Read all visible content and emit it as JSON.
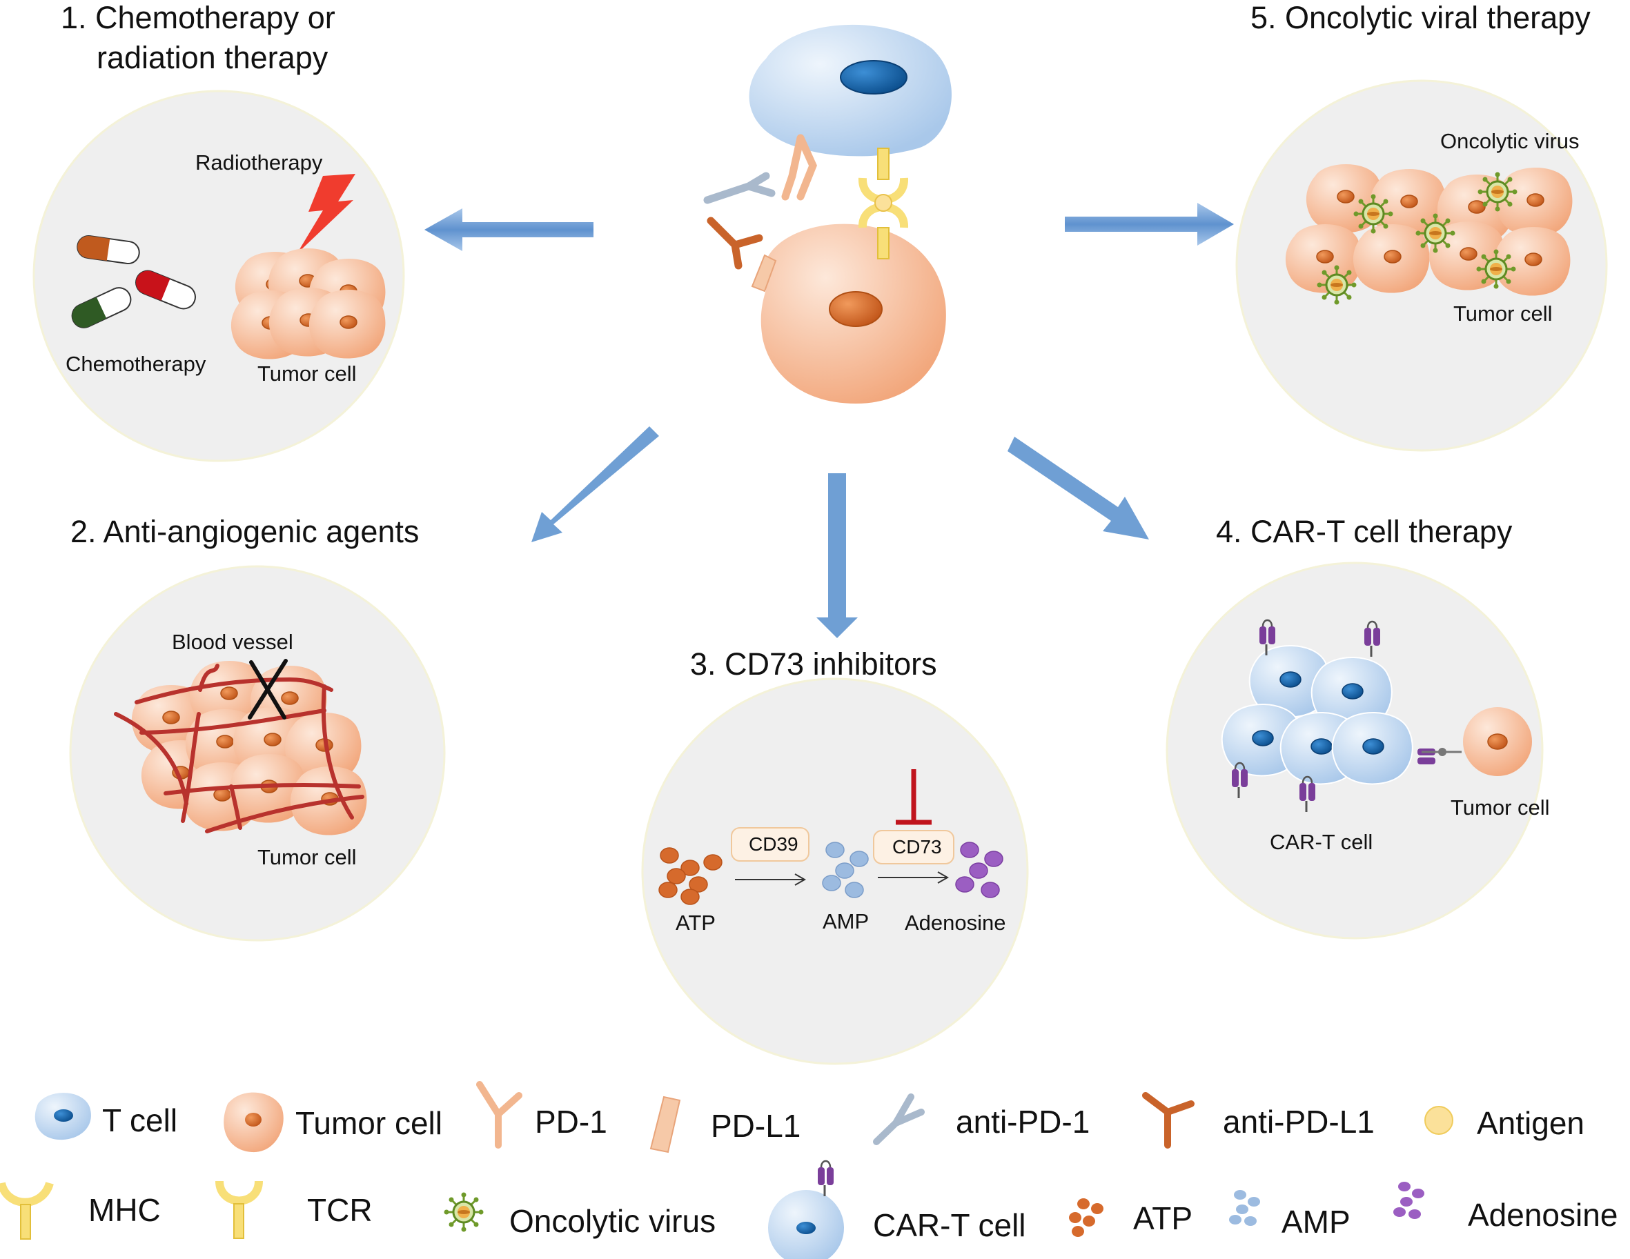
{
  "colors": {
    "circle_bg": "#efefef",
    "arrow_blue": "#6f9fd4",
    "tcell_blue": "#b9d3ee",
    "nucleus_blue": "#1a6fb5",
    "tumor_orange": "#f4b791",
    "nucleus_orange": "#d0661f",
    "pd1_orange": "#f2b68f",
    "anti_pd1_gray": "#a9b9cc",
    "anti_pdl1_orange": "#c9632a",
    "mhc_yellow": "#f6da6a",
    "antigen_yellow": "#fbe19a",
    "virus_green": "#6f9a2a",
    "car_purple": "#7a3e9a",
    "adenosine_purple": "#9b5ec2",
    "amp_blue": "#9cbbe0",
    "atp_orange": "#d66a2c",
    "vessel_red": "#b8322d",
    "inhibit_red": "#c0141d",
    "radiation_red": "#f03c2e"
  },
  "panels": {
    "p1": {
      "title_line1": "1. Chemotherapy or",
      "title_line2": "radiation therapy",
      "radiotherapy": "Radiotherapy",
      "chemotherapy": "Chemotherapy",
      "tumor_cell": "Tumor cell"
    },
    "p2": {
      "title": "2. Anti-angiogenic agents",
      "blood_vessel": "Blood vessel",
      "tumor_cell": "Tumor cell"
    },
    "p3": {
      "title": "3. CD73 inhibitors",
      "cd39": "CD39",
      "cd73": "CD73",
      "atp": "ATP",
      "amp": "AMP",
      "adenosine": "Adenosine"
    },
    "p4": {
      "title": "4. CAR-T cell therapy",
      "car_t_cell": "CAR-T cell",
      "tumor_cell": "Tumor cell"
    },
    "p5": {
      "title": "5. Oncolytic viral therapy",
      "oncolytic_virus": "Oncolytic virus",
      "tumor_cell": "Tumor cell"
    }
  },
  "legend": {
    "t_cell": "T cell",
    "tumor_cell": "Tumor cell",
    "pd1": "PD-1",
    "pdl1": "PD-L1",
    "anti_pd1": "anti-PD-1",
    "anti_pdl1": "anti-PD-L1",
    "antigen": "Antigen",
    "mhc": "MHC",
    "tcr": "TCR",
    "oncolytic_virus": "Oncolytic virus",
    "car_t_cell": "CAR-T cell",
    "atp": "ATP",
    "amp": "AMP",
    "adenosine": "Adenosine"
  }
}
